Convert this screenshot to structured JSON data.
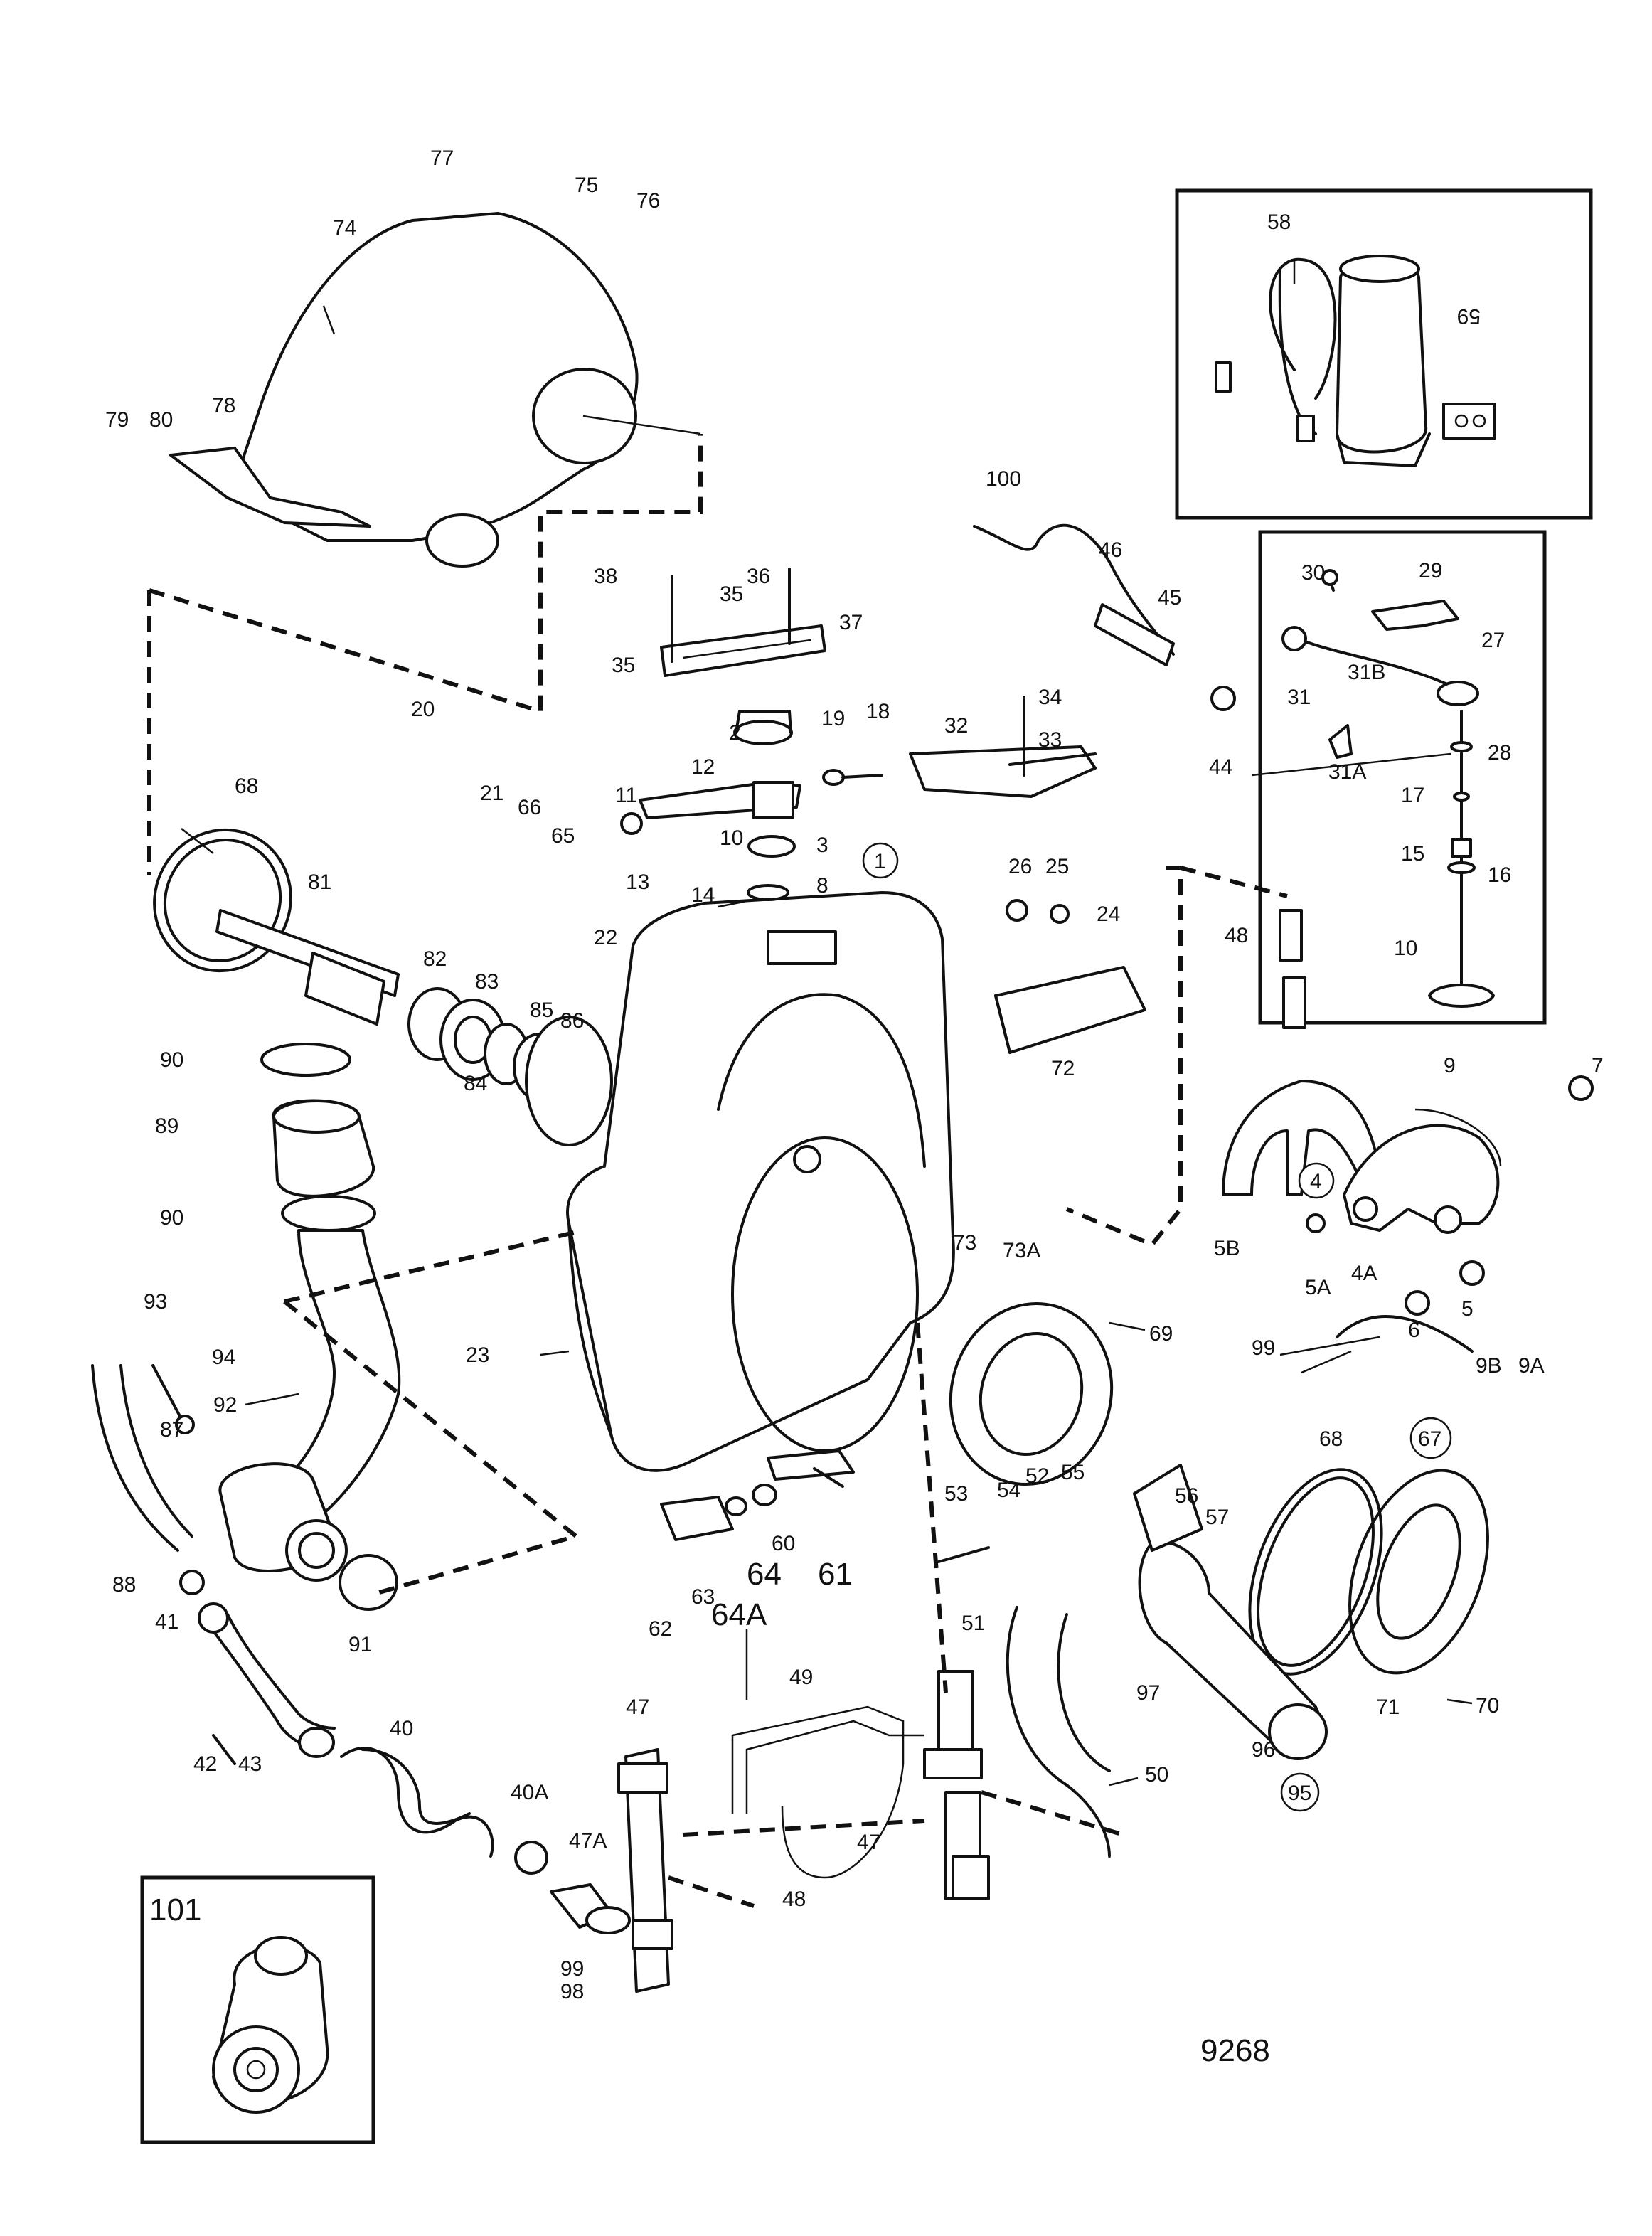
{
  "diagram_number": "9268",
  "labels": {
    "l1": "1",
    "l2": "2",
    "l3": "3",
    "l4": "4",
    "l4A": "4A",
    "l5": "5",
    "l5A": "5A",
    "l5B": "5B",
    "l6": "6",
    "l7": "7",
    "l8": "8",
    "l9": "9",
    "l9A": "9A",
    "l9B": "9B",
    "l10a": "10",
    "l10b": "10",
    "l11": "11",
    "l12": "12",
    "l13": "13",
    "l14": "14",
    "l15": "15",
    "l16": "16",
    "l17": "17",
    "l18": "18",
    "l19": "19",
    "l20": "20",
    "l21": "21",
    "l22": "22",
    "l23": "23",
    "l24": "24",
    "l25": "25",
    "l26": "26",
    "l27": "27",
    "l28": "28",
    "l29": "29",
    "l30": "30",
    "l31": "31",
    "l31A": "31A",
    "l31B": "31B",
    "l32": "32",
    "l33": "33",
    "l34": "34",
    "l35a": "35",
    "l35b": "35",
    "l36": "36",
    "l37": "37",
    "l38": "38",
    "l40": "40",
    "l40A": "40A",
    "l41": "41",
    "l42": "42",
    "l43": "43",
    "l44": "44",
    "l45": "45",
    "l46": "46",
    "l47a": "47",
    "l47b": "47",
    "l47A": "47A",
    "l48a": "48",
    "l48b": "48",
    "l49": "49",
    "l50": "50",
    "l51": "51",
    "l52": "52",
    "l53": "53",
    "l54": "54",
    "l55": "55",
    "l56": "56",
    "l57": "57",
    "l58": "58",
    "l59": "59",
    "l60": "60",
    "l61": "61",
    "l62": "62",
    "l63": "63",
    "l64": "64",
    "l64A": "64A",
    "l65": "65",
    "l66": "66",
    "l67": "67",
    "l68a": "68",
    "l68b": "68",
    "l69": "69",
    "l70": "70",
    "l71": "71",
    "l72": "72",
    "l73": "73",
    "l73A": "73A",
    "l74": "74",
    "l75": "75",
    "l76": "76",
    "l77": "77",
    "l78": "78",
    "l79": "79",
    "l80": "80",
    "l81": "81",
    "l82": "82",
    "l83": "83",
    "l84": "84",
    "l85": "85",
    "l86": "86",
    "l87": "87",
    "l88": "88",
    "l89": "89",
    "l90a": "90",
    "l90b": "90",
    "l91": "91",
    "l92": "92",
    "l93": "93",
    "l94": "94",
    "l95": "95",
    "l96": "96",
    "l97": "97",
    "l98": "98",
    "l99a": "99",
    "l99b": "99",
    "l100": "100",
    "l101": "101"
  }
}
